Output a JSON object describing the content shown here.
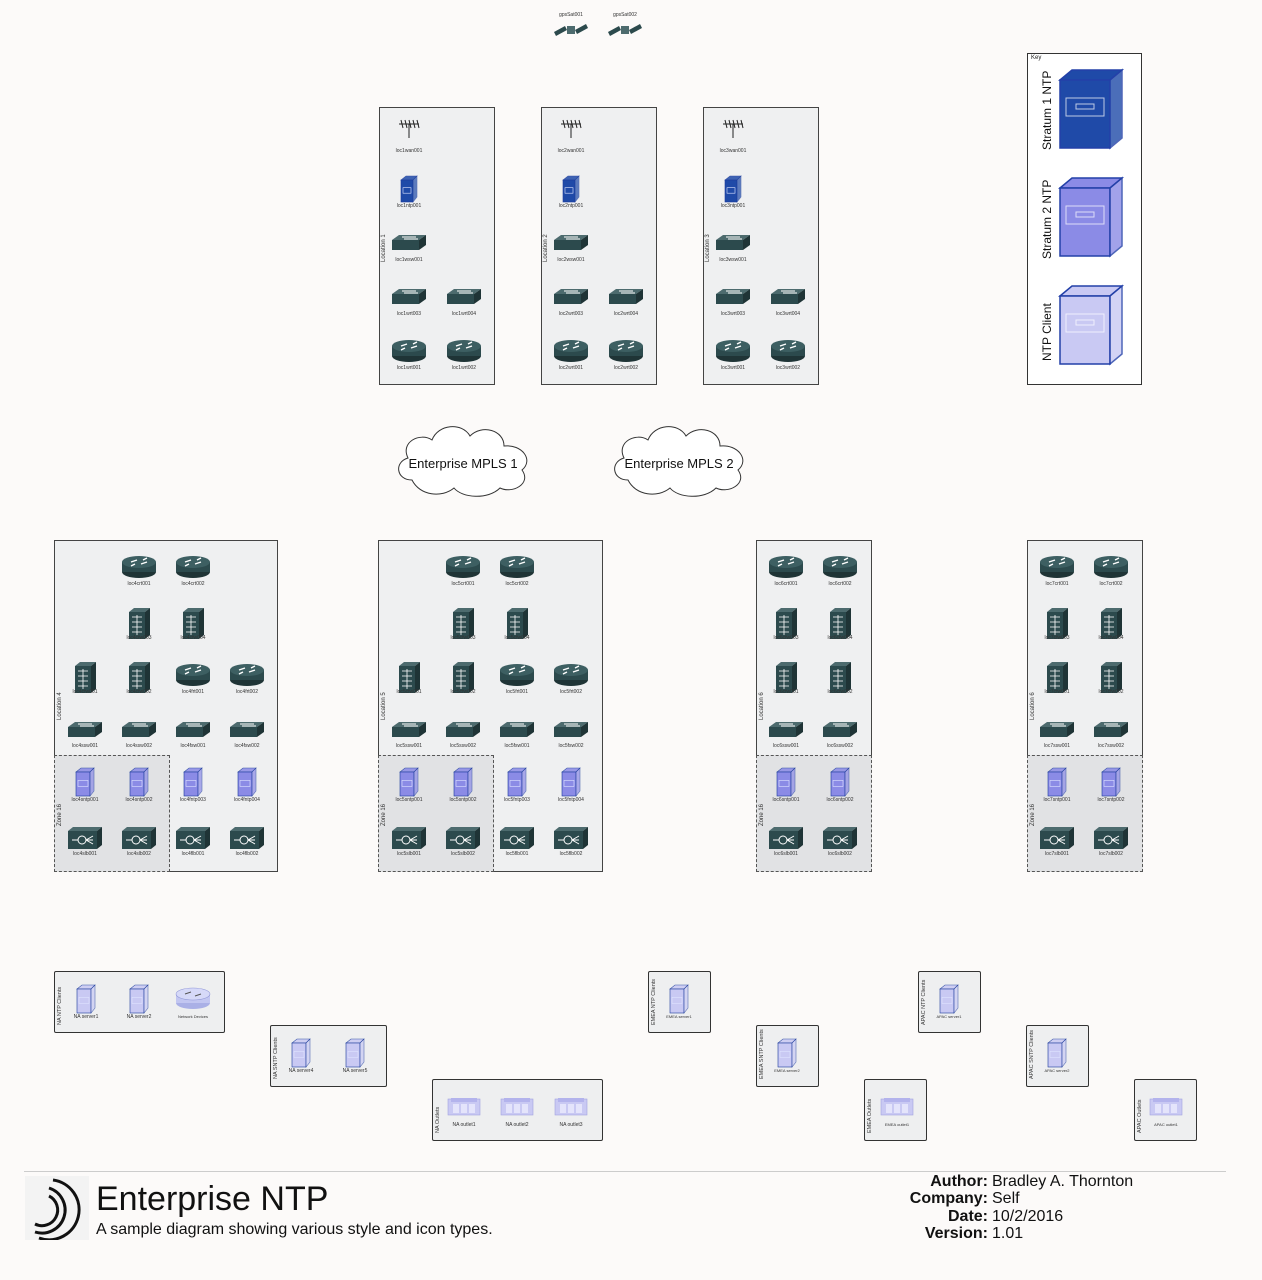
{
  "satellites": [
    "gpsSat001",
    "gpsSat002"
  ],
  "locations_top": [
    {
      "label": "Location 1",
      "wan": "loc1wan001",
      "ntp": "loc1ntp001",
      "wsw": "loc1wsw001",
      "wrt3": "loc1wrt003",
      "wrt4": "loc1wrt004",
      "wrt1": "loc1wrt001",
      "wrt2": "loc1wrt002"
    },
    {
      "label": "Location 2",
      "wan": "loc2wan001",
      "ntp": "loc2ntp001",
      "wsw": "loc2wsw001",
      "wrt3": "loc2wrt003",
      "wrt4": "loc2wrt004",
      "wrt1": "loc2wrt001",
      "wrt2": "loc2wrt002"
    },
    {
      "label": "Location 3",
      "wan": "loc3wan001",
      "ntp": "loc3ntp001",
      "wsw": "loc3wsw001",
      "wrt3": "loc3wrt003",
      "wrt4": "loc3wrt004",
      "wrt1": "loc3wrt001",
      "wrt2": "loc3wrt002"
    }
  ],
  "clouds": [
    "Enterprise MPLS 1",
    "Enterprise MPLS 2"
  ],
  "key": {
    "title": "Key",
    "items": [
      "Stratum 1 NTP",
      "Stratum 2 NTP",
      "NTP Client"
    ],
    "colors": [
      "#1f4aa8",
      "#8b8be6",
      "#c9c9f3"
    ]
  },
  "locations_bottom": [
    {
      "label": "Location 4",
      "zone": "Zone 16",
      "crt": [
        "loc4crt001",
        "loc4crt002"
      ],
      "cfw3": "loc4cfw003",
      "cfw4": "loc4cfw004",
      "cfw1": "loc4cfw001",
      "cfw2": "loc4cfw002",
      "frt1": "loc4frt001",
      "frt2": "loc4frt002",
      "ssw": [
        "loc4ssw001",
        "loc4ssw002"
      ],
      "fsw": [
        "loc4fsw001",
        "loc4fsw002"
      ],
      "sntp": [
        "loc4sntp001",
        "loc4sntp002"
      ],
      "fntp": [
        "loc4fntp003",
        "loc4fntp004"
      ],
      "slb": [
        "loc4slb001",
        "loc4slb002"
      ],
      "flb": [
        "loc4flb001",
        "loc4flb002"
      ]
    },
    {
      "label": "Location 5",
      "zone": "Zone 16",
      "crt": [
        "loc5crt001",
        "loc5crt002"
      ],
      "cfw3": "loc5cfw003",
      "cfw4": "loc5cfw004",
      "cfw1": "loc5cfw001",
      "cfw2": "loc5cfw002",
      "frt1": "loc5frt001",
      "frt2": "loc5frt002",
      "ssw": [
        "loc5ssw001",
        "loc5ssw002"
      ],
      "fsw": [
        "loc5fsw001",
        "loc5fsw002"
      ],
      "sntp": [
        "loc5sntp001",
        "loc5sntp002"
      ],
      "fntp": [
        "loc5fntp003",
        "loc5fntp004"
      ],
      "slb": [
        "loc5slb001",
        "loc5slb002"
      ],
      "flb": [
        "loc5flb001",
        "loc5flb002"
      ]
    },
    {
      "label": "Location 6",
      "zone": "Zone 16",
      "crt": [
        "loc6crt001",
        "loc6crt002"
      ],
      "cfw3": "loc6cfw003",
      "cfw4": "loc6cfw004",
      "cfw1": "loc6cfw001",
      "cfw2": "loc6cfw002",
      "ssw": [
        "loc6ssw001",
        "loc6ssw002"
      ],
      "sntp": [
        "loc6sntp001",
        "loc6sntp002"
      ],
      "slb": [
        "loc6slb001",
        "loc6slb002"
      ]
    },
    {
      "label": "Location 6",
      "zone": "Zone 16",
      "crt": [
        "loc7crt001",
        "loc7crt002"
      ],
      "cfw3": "loc7cfw003",
      "cfw4": "loc7cfw004",
      "cfw1": "loc7cfw001",
      "cfw2": "loc7cfw002",
      "ssw": [
        "loc7ssw001",
        "loc7ssw002"
      ],
      "sntp": [
        "loc7sntp001",
        "loc7sntp002"
      ],
      "slb": [
        "loc7slb001",
        "loc7slb002"
      ]
    }
  ],
  "client_groups": [
    {
      "label": "NA NTP Clients",
      "items": [
        "NA server1",
        "NA server2",
        "Network Devices"
      ]
    },
    {
      "label": "NA SNTP Clients",
      "items": [
        "NA server4",
        "NA server5"
      ]
    },
    {
      "label": "NA Outlets",
      "items": [
        "NA outlet1",
        "NA outlet2",
        "NA outlet3"
      ]
    },
    {
      "label": "EMEA NTP Clients",
      "items": [
        "EMEA server1"
      ]
    },
    {
      "label": "EMEA SNTP Clients",
      "items": [
        "EMEA server2"
      ]
    },
    {
      "label": "EMEA Outlets",
      "items": [
        "EMEA outlet1"
      ]
    },
    {
      "label": "APAC NTP Clients",
      "items": [
        "APAC server1"
      ]
    },
    {
      "label": "APAC SNTP Clients",
      "items": [
        "APAC server2"
      ]
    },
    {
      "label": "APAC Outlets",
      "items": [
        "APAC outlet1"
      ]
    }
  ],
  "footer": {
    "title": "Enterprise NTP",
    "subtitle": "A sample diagram showing various style and icon types.",
    "author_label": "Author:",
    "author": "Bradley A. Thornton",
    "company_label": "Company:",
    "company": "Self",
    "date_label": "Date:",
    "date": "10/2/2016",
    "version_label": "Version:",
    "version": "1.01"
  }
}
